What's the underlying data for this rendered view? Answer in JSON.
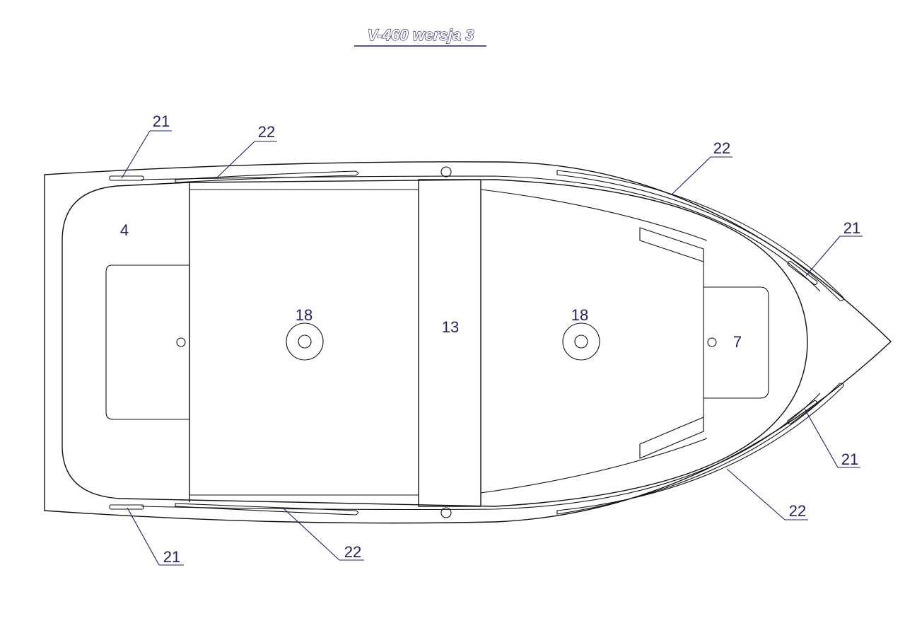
{
  "title": "V-460 wersja 3",
  "labels": {
    "stern_seat": "4",
    "bow_seat": "7",
    "middle_bench": "13",
    "floor_aft": "18",
    "floor_fwd": "18",
    "cleat_top_aft": "21",
    "cleat_bottom_aft": "21",
    "cleat_top_bow": "21",
    "cleat_bottom_bow": "21",
    "rail_top_aft": "22",
    "rail_top_bow": "22",
    "rail_bottom_aft": "22",
    "rail_bottom_bow": "22"
  },
  "colors": {
    "line": "#111111",
    "label": "#1f1f66"
  }
}
